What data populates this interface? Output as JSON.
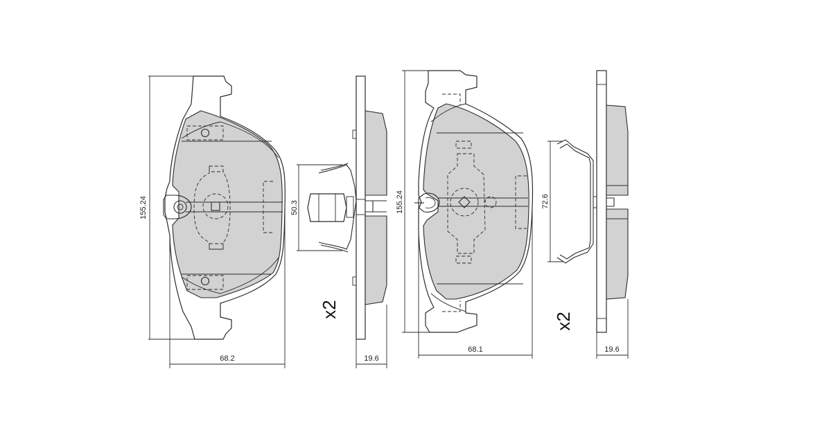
{
  "dimensions": {
    "pad1_height": "155.24",
    "pad1_width": "68.2",
    "pad1_clip_height": "50.3",
    "pad1_thickness": "19.6",
    "pad2_height": "155.24",
    "pad2_width": "68.1",
    "pad2_clip_height": "72.6",
    "pad2_thickness": "19.6"
  },
  "quantities": {
    "clip1": "x2",
    "clip2": "x2"
  },
  "colors": {
    "friction_material": "#d2d2d2",
    "line": "#2a2a2a"
  }
}
